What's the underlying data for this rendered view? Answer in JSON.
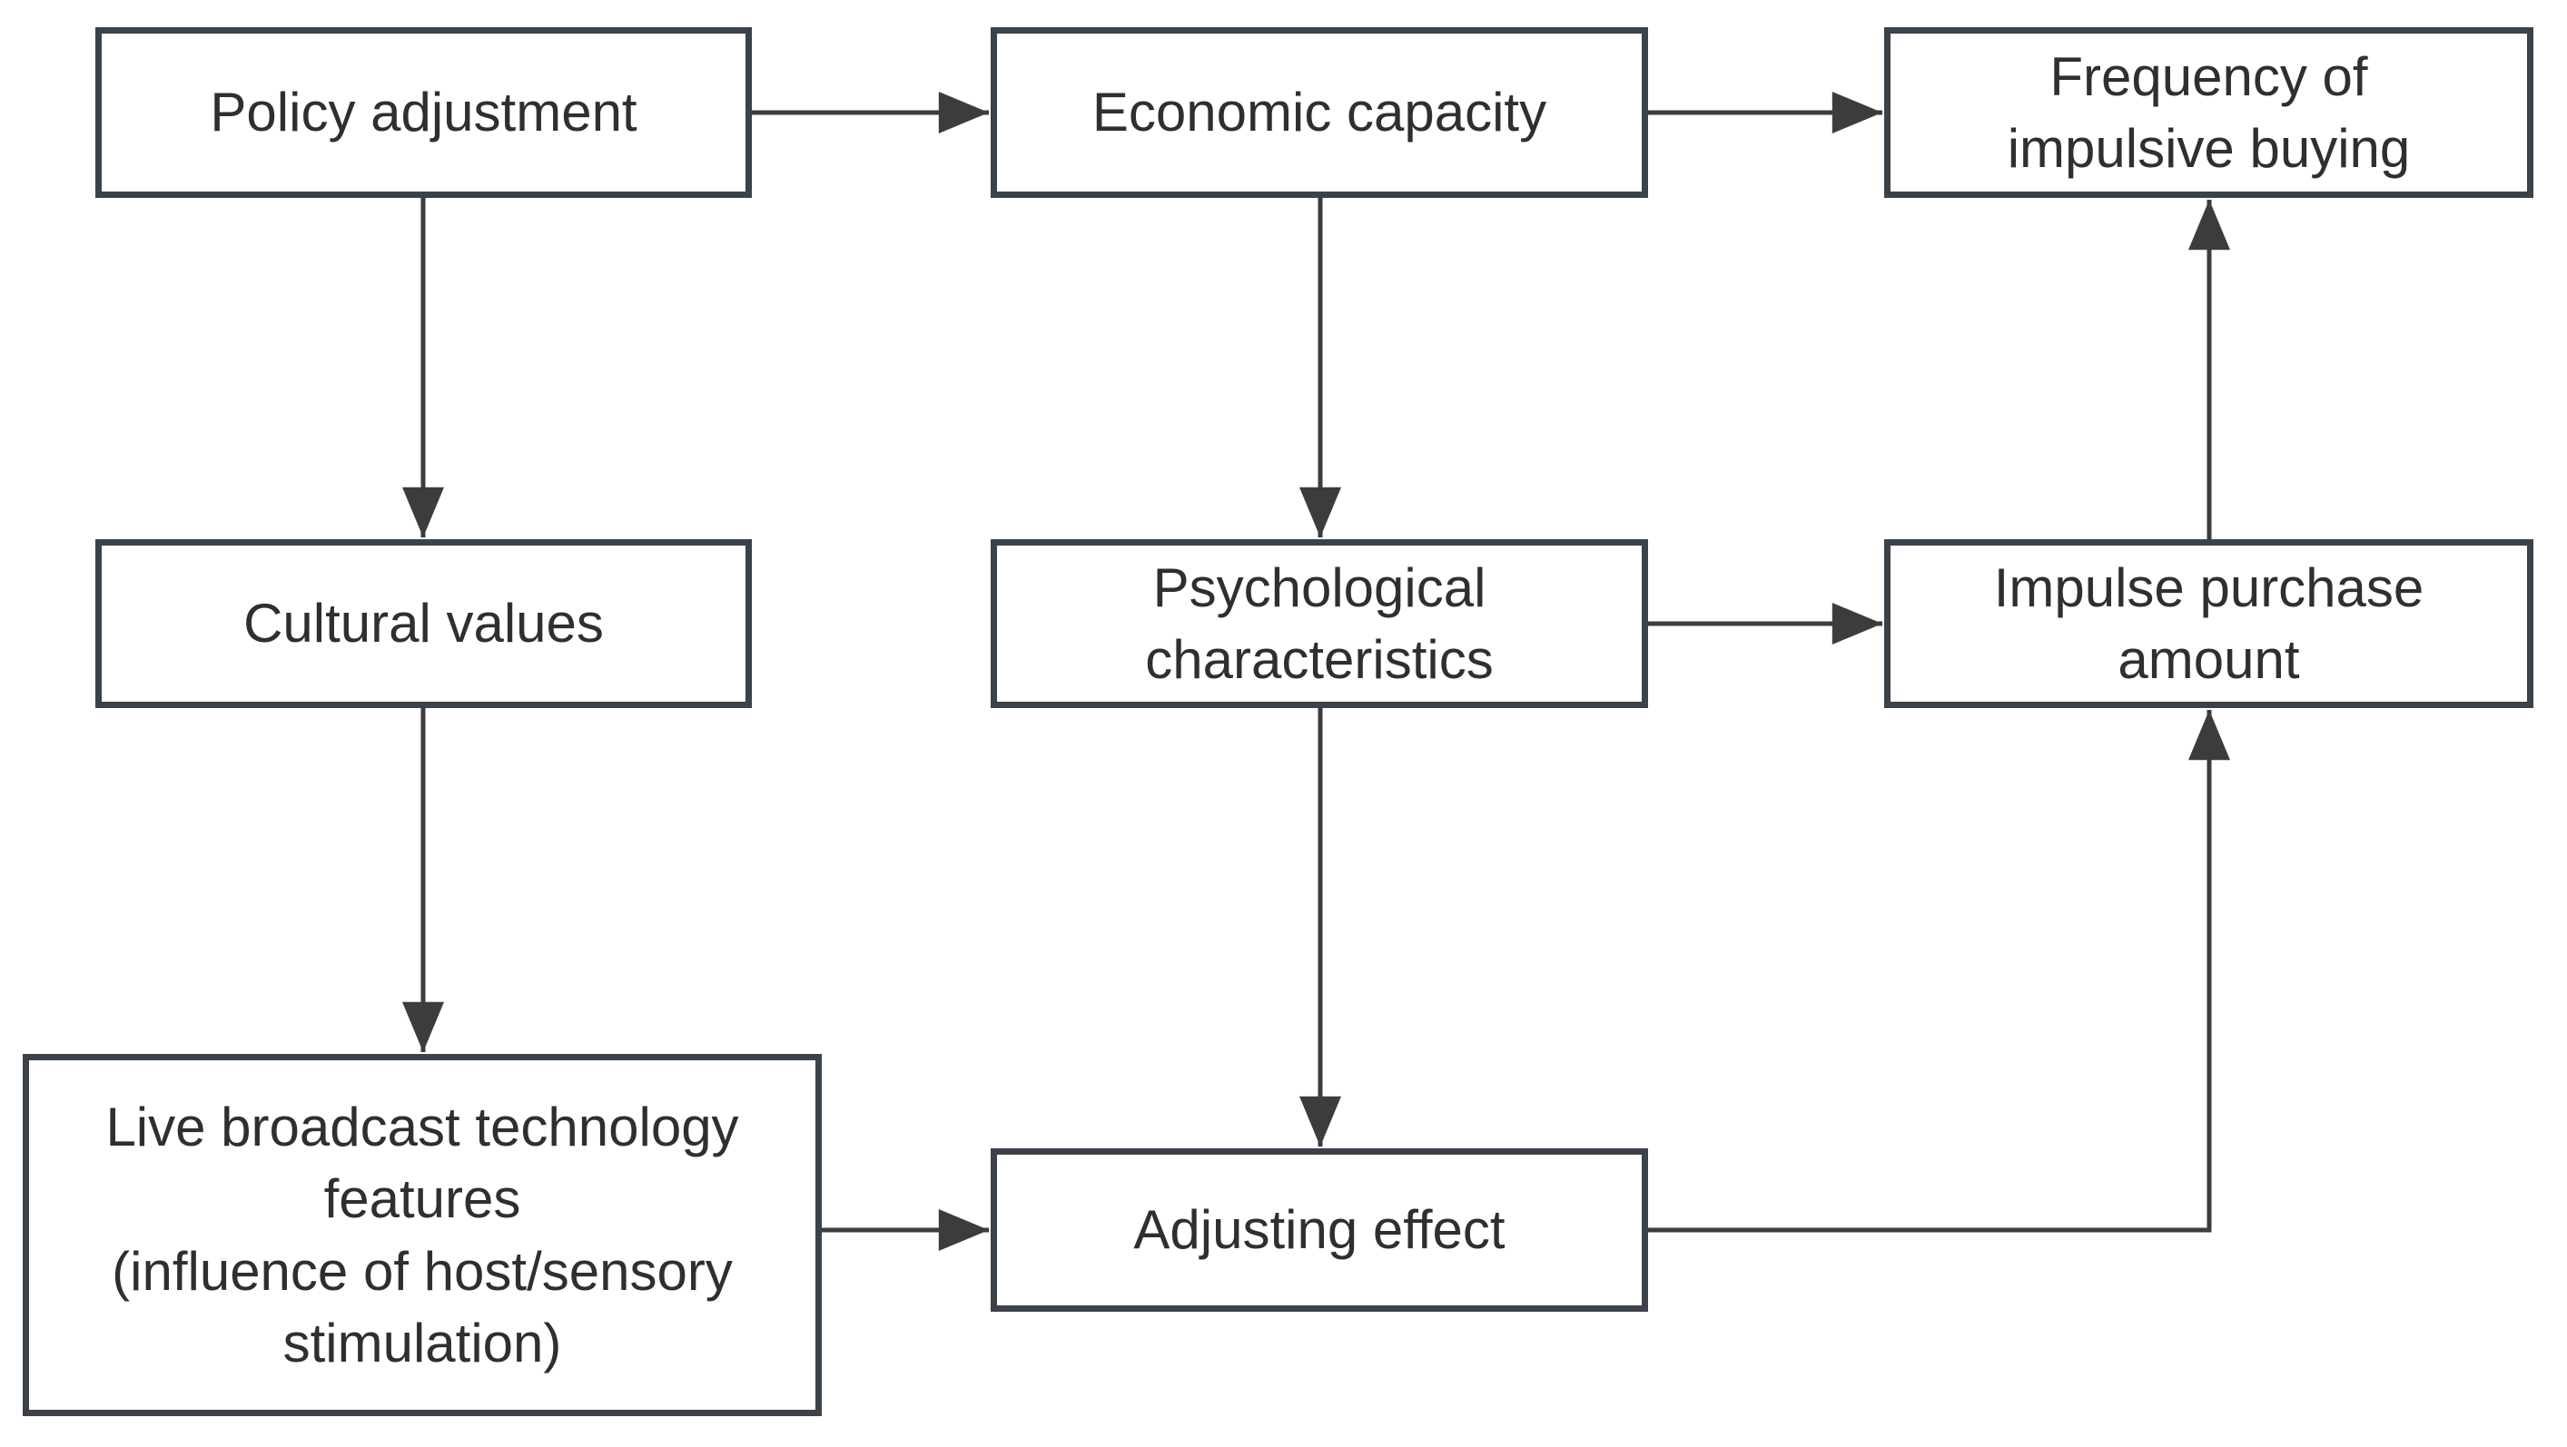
{
  "diagram": {
    "title": "Impulsive buying research model flowchart",
    "colors": {
      "background": "#ffffff",
      "box_border": "#3c424a",
      "connector": "#3c3c3c",
      "text": "#2f2f2f"
    },
    "nodes": {
      "policy": {
        "label": "Policy adjustment"
      },
      "economic": {
        "label": "Economic capacity"
      },
      "frequency": {
        "label": [
          "Frequency of",
          "impulsive buying"
        ]
      },
      "cultural": {
        "label": "Cultural values"
      },
      "psychological": {
        "label": [
          "Psychological",
          "characteristics"
        ]
      },
      "impulse": {
        "label": [
          "Impulse purchase",
          "amount"
        ]
      },
      "live": {
        "label": [
          "Live broadcast technology",
          "features",
          "(influence of host/sensory",
          "stimulation)"
        ]
      },
      "adjusting": {
        "label": "Adjusting effect"
      }
    },
    "edges": [
      {
        "from": "policy",
        "to": "economic"
      },
      {
        "from": "economic",
        "to": "frequency"
      },
      {
        "from": "policy",
        "to": "cultural"
      },
      {
        "from": "economic",
        "to": "psychological"
      },
      {
        "from": "cultural",
        "to": "live"
      },
      {
        "from": "psychological",
        "to": "impulse"
      },
      {
        "from": "psychological",
        "to": "adjusting"
      },
      {
        "from": "live",
        "to": "adjusting"
      },
      {
        "from": "adjusting",
        "to": "impulse"
      },
      {
        "from": "impulse",
        "to": "frequency"
      }
    ]
  }
}
